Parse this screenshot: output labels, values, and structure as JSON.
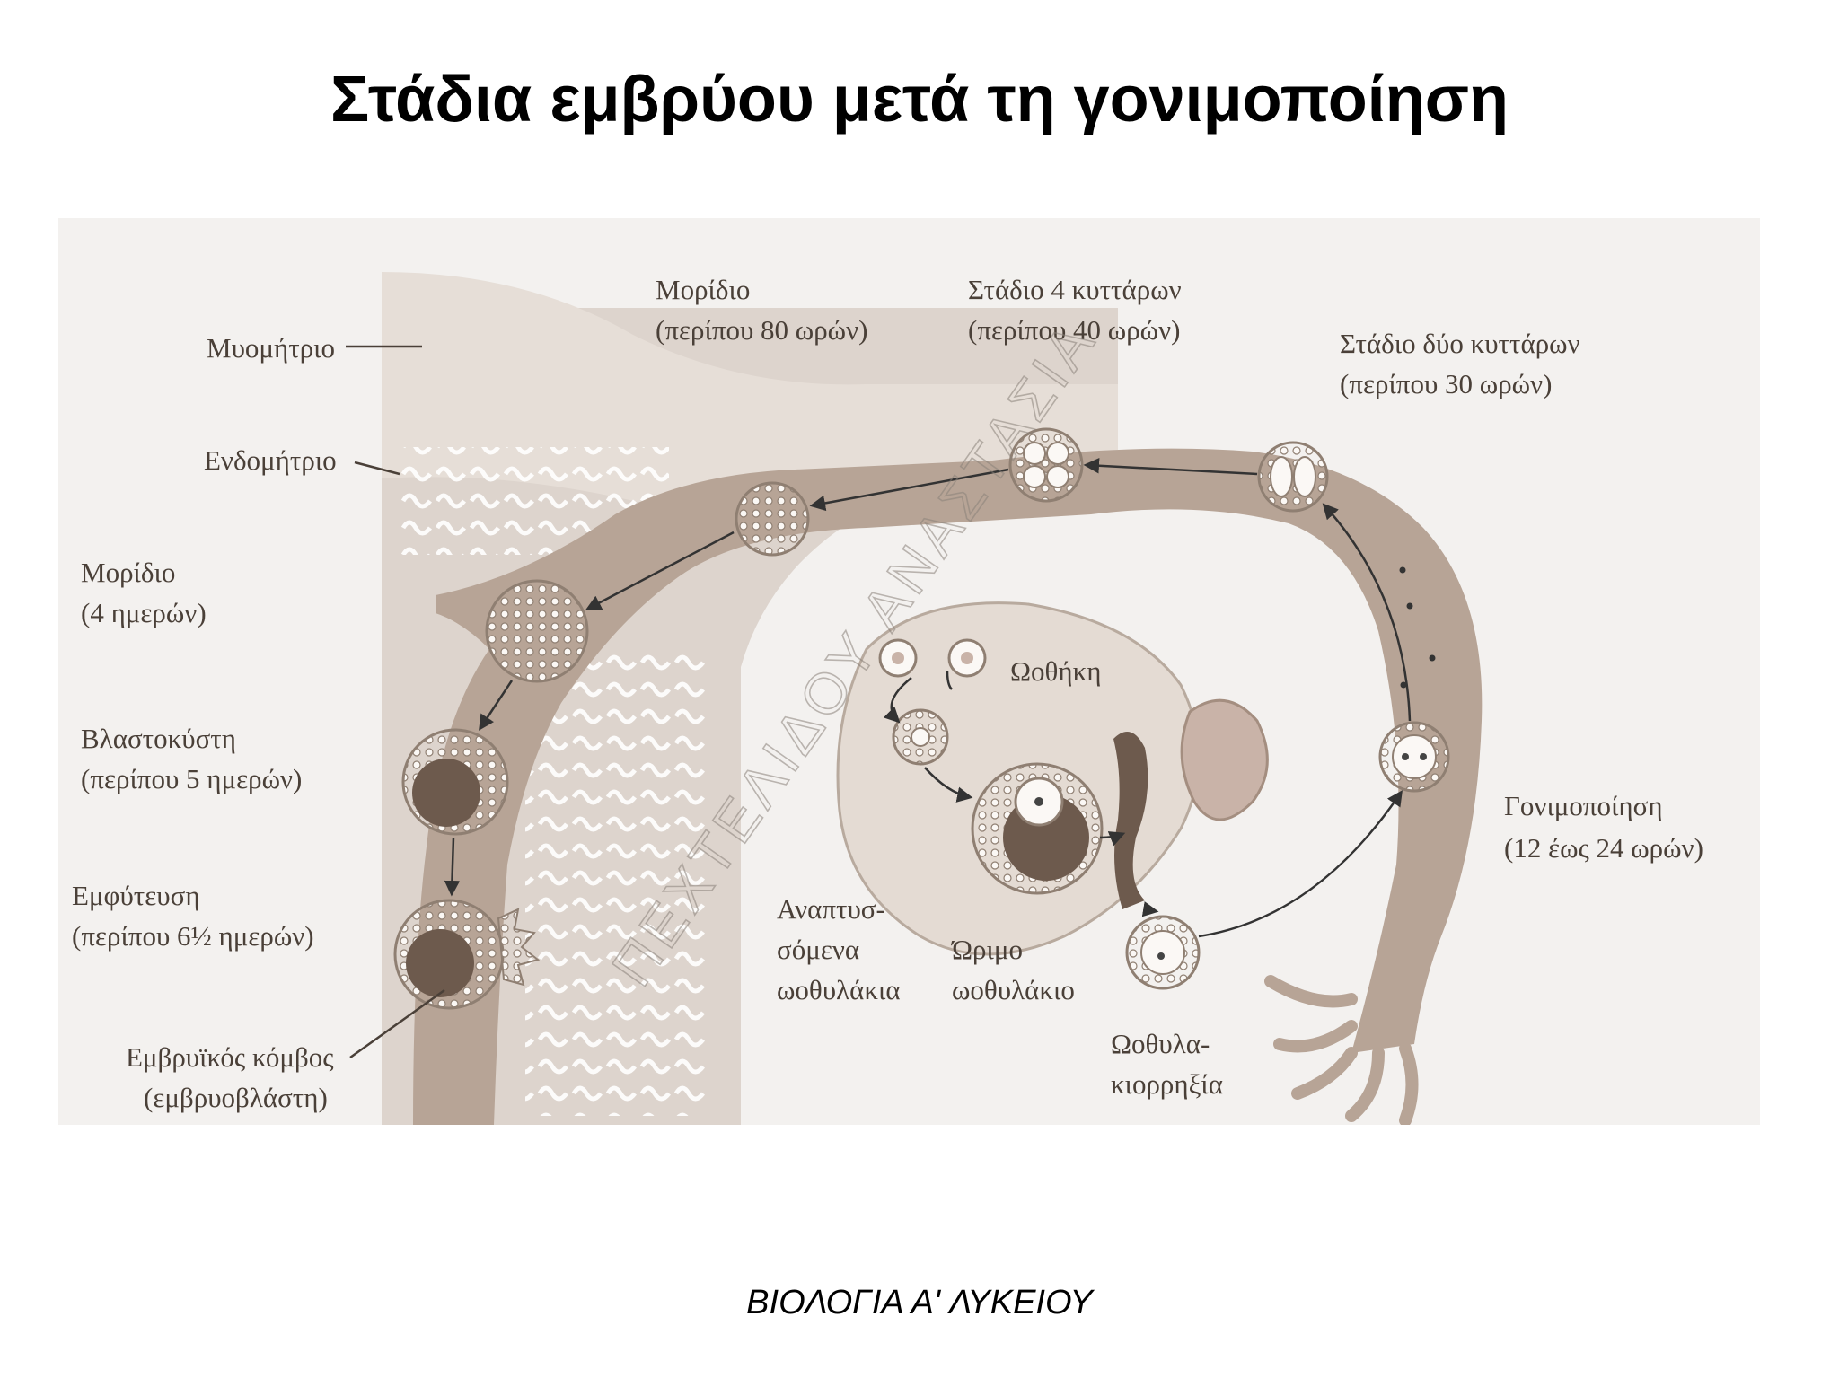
{
  "title": "Στάδια εμβρύου μετά τη γονιμοποίηση",
  "footer": "ΒΙΟΛΟΓΙΑ Α' ΛΥΚΕΙΟΥ",
  "watermark": "ΠΕΧΤΕΛΙΔΟΥ ΑΝΑΣΤΑΣΙΑ",
  "labels": {
    "myometrium": "Μυομήτριο",
    "endometrium": "Ενδομήτριο",
    "morula4_name": "Μορίδιο",
    "morula4_time": "(4 ημερών)",
    "blastocyst_name": "Βλαστοκύστη",
    "blastocyst_time": "(περίπου 5 ημερών)",
    "implantation_name": "Εμφύτευση",
    "implantation_time": "(περίπου 6½ ημερών)",
    "inner_mass_name": "Εμβρυϊκός κόμβος",
    "inner_mass_alt": "(εμβρυοβλάστη)",
    "morula80_name": "Μορίδιο",
    "morula80_time": "(περίπου 80 ωρών)",
    "four_cell_name": "Στάδιο 4 κυττάρων",
    "four_cell_time": "(περίπου 40 ωρών)",
    "two_cell_name": "Στάδιο δύο κυττάρων",
    "two_cell_time": "(περίπου 30 ωρών)",
    "ovary": "Ωοθήκη",
    "fertilization_name": "Γονιμοποίηση",
    "fertilization_time": "(12 έως 24 ωρών)",
    "developing_1": "Αναπτυσ-",
    "developing_2": "σόμενα",
    "developing_3": "ωοθυλάκια",
    "mature_1": "Ώριμο",
    "mature_2": "ωοθυλάκιο",
    "ovulation_1": "Ωοθυλα-",
    "ovulation_2": "κιορρηξία"
  },
  "colors": {
    "panel": "#f3f1ef",
    "wall": "#ddd4cd",
    "tube": "#b7a496",
    "tube_dark": "#9c8676",
    "text": "#4a4038"
  }
}
